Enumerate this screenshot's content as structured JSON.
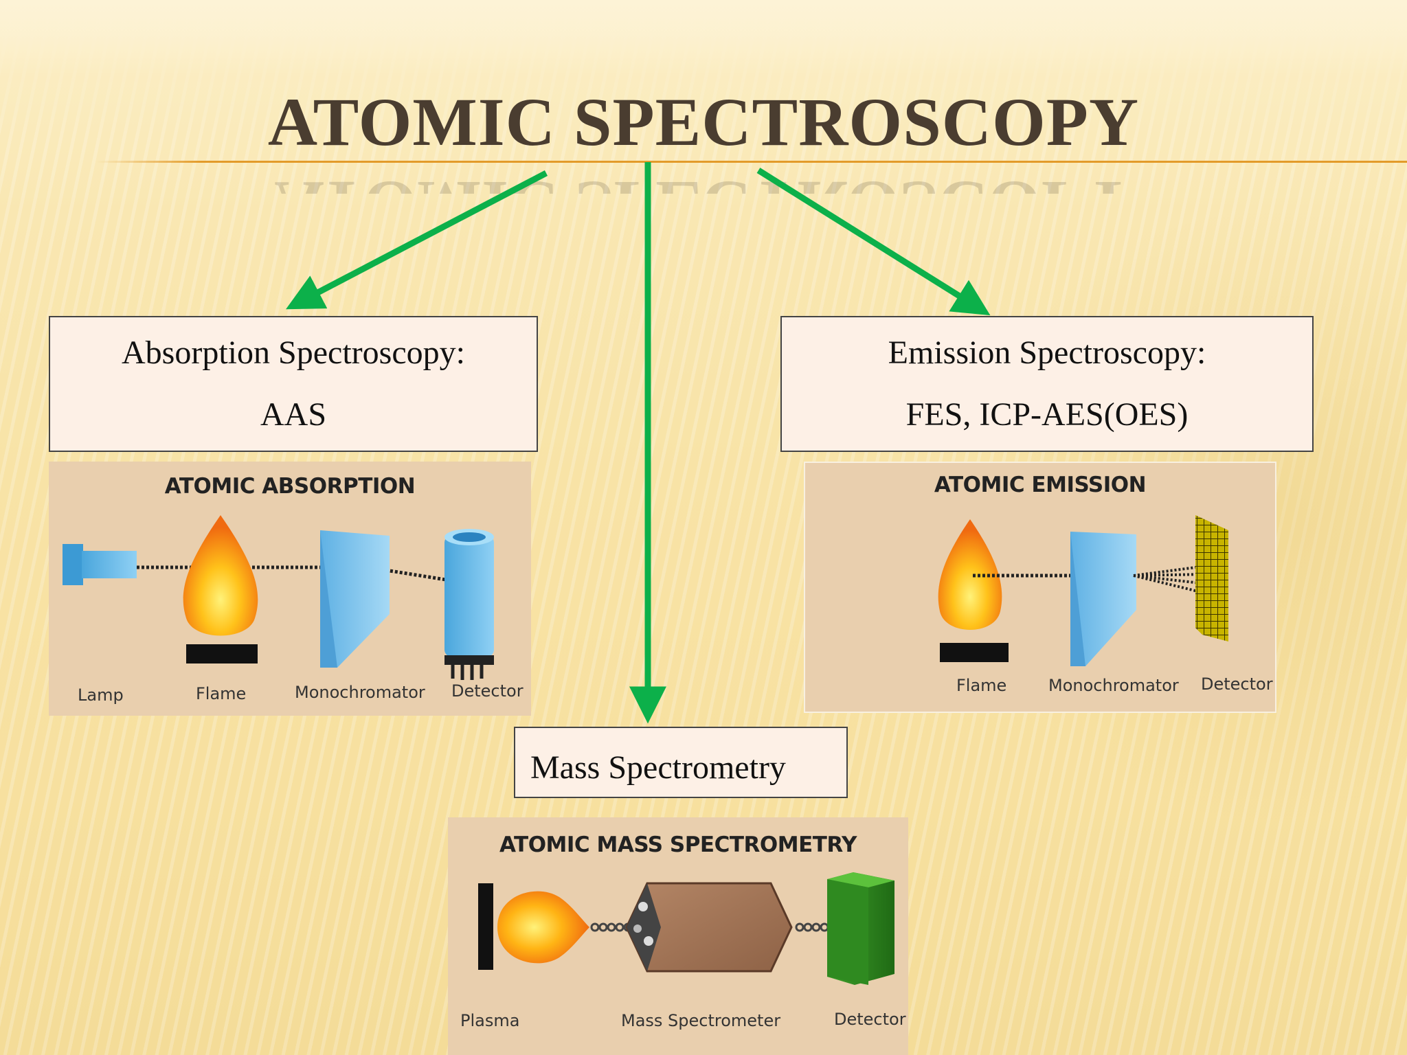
{
  "title": "ATOMIC SPECTROSCOPY",
  "absorption": {
    "line1": "Absorption Spectroscopy:",
    "line2": "AAS",
    "diagram": {
      "title": "ATOMIC ABSORPTION",
      "labels": [
        "Lamp",
        "Flame",
        "Monochromator",
        "Detector"
      ]
    }
  },
  "emission": {
    "line1": "Emission Spectroscopy:",
    "line2": "FES,  ICP-AES(OES)",
    "diagram": {
      "title": "ATOMIC EMISSION",
      "labels": [
        "Flame",
        "Monochromator",
        "Detector"
      ]
    }
  },
  "mass": {
    "label": "Mass Spectrometry",
    "diagram": {
      "title": "ATOMIC MASS SPECTROMETRY",
      "labels": [
        "Plasma",
        "Mass Spectrometer",
        "Detector"
      ]
    }
  },
  "colors": {
    "arrow": "#0cb04a",
    "title": "#4a3d30",
    "rule": "#e39b2a",
    "box_fill": "#fdf0e6",
    "panel_fill": "#e9cfae"
  }
}
